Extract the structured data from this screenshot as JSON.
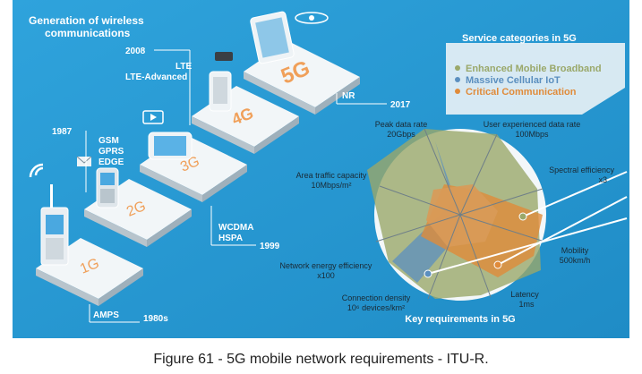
{
  "infographic": {
    "title_line1": "Generation of wireless",
    "title_line2": "communications",
    "colors": {
      "background": "#2a9bd5",
      "tile_top": "#f2f6f8",
      "tile_side": "#b8c4cc",
      "tile_text": "#f0a05a",
      "panel": "#e6f0f5",
      "embb": "#9aa86a",
      "iot": "#5b8fbf",
      "critical": "#e08b3a"
    },
    "generations": [
      {
        "tile": "1G",
        "year": "1980s",
        "tech": [
          "AMPS"
        ]
      },
      {
        "tile": "2G",
        "year": "1987",
        "tech": [
          "GSM",
          "GPRS",
          "EDGE"
        ]
      },
      {
        "tile": "3G",
        "year": "1999",
        "tech": [
          "WCDMA",
          "HSPA"
        ]
      },
      {
        "tile": "4G",
        "year": "2008",
        "tech": [
          "LTE",
          "LTE-Advanced"
        ]
      },
      {
        "tile": "5G",
        "year": "2017",
        "tech": [
          "NR"
        ]
      }
    ],
    "service_title": "Service categories in 5G",
    "services": [
      {
        "label": "Enhanced Mobile Broadband",
        "color": "#9aa86a"
      },
      {
        "label": "Massive Cellular IoT",
        "color": "#5b8fbf"
      },
      {
        "label": "Critical Communication",
        "color": "#e08b3a"
      }
    ],
    "requirements_title": "Key requirements in 5G",
    "requirements": [
      {
        "name": "Peak data rate",
        "value": "20Gbps"
      },
      {
        "name": "User experienced data rate",
        "value": "100Mbps"
      },
      {
        "name": "Spectral efficiency",
        "value": "x3"
      },
      {
        "name": "Mobility",
        "value": "500km/h"
      },
      {
        "name": "Latency",
        "value": "1ms"
      },
      {
        "name": "Connection density",
        "value": "10⁶ devices/km²"
      },
      {
        "name": "Network energy efficiency",
        "value": "x100"
      },
      {
        "name": "Area traffic capacity",
        "value": "10Mbps/m²"
      }
    ]
  },
  "caption": "Figure 61 - 5G mobile network requirements - ITU-R."
}
